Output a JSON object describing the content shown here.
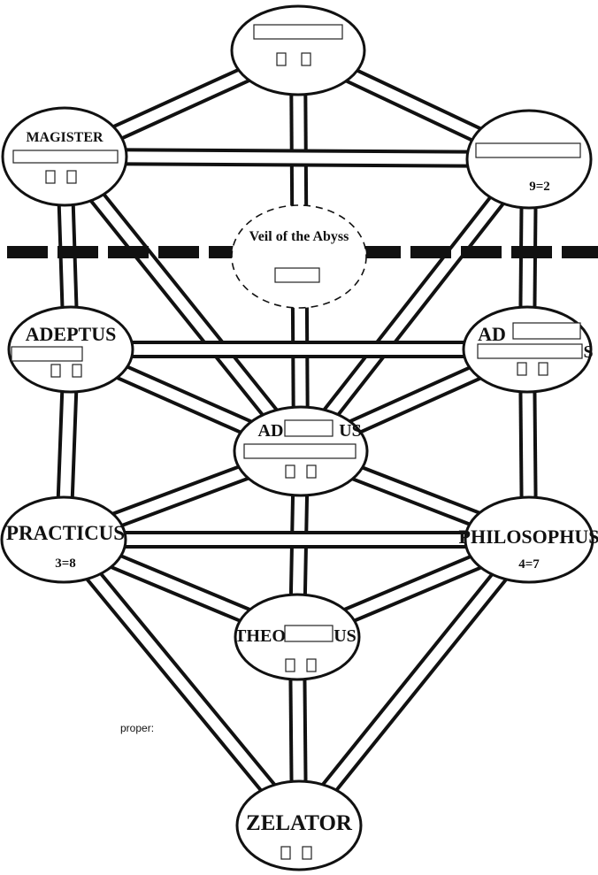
{
  "diagram": {
    "veil_label": "Veil of the   Abyss",
    "colors": {
      "ink": "#111111",
      "paper": "#ffffff"
    },
    "grades": [
      {
        "id": "ipsissimus",
        "name": "",
        "grade": ""
      },
      {
        "id": "magister",
        "name": "MAGISTER",
        "subname": "",
        "grade": ""
      },
      {
        "id": "magus",
        "name": "",
        "grade": "9=2"
      },
      {
        "id": "babe",
        "name": "",
        "grade": ""
      },
      {
        "id": "adeptus-major",
        "name": "ADEPTUS",
        "subname": "",
        "grade": ""
      },
      {
        "id": "adeptus-exemptus",
        "name": "AD",
        "name_end": "S",
        "grade": ""
      },
      {
        "id": "adeptus-minor",
        "name": "AD",
        "name_end": "US",
        "grade": ""
      },
      {
        "id": "practicus",
        "name": "PRACTICUS",
        "grade": "3=8"
      },
      {
        "id": "philosophus",
        "name": "PHILOSOPHUS",
        "grade": "4=7"
      },
      {
        "id": "theoricus",
        "name": "THEO",
        "name_end": "US",
        "grade": ""
      },
      {
        "id": "zelator",
        "name": "ZELATOR",
        "grade": ""
      }
    ],
    "fragments": {
      "note_1": "proper:"
    }
  }
}
